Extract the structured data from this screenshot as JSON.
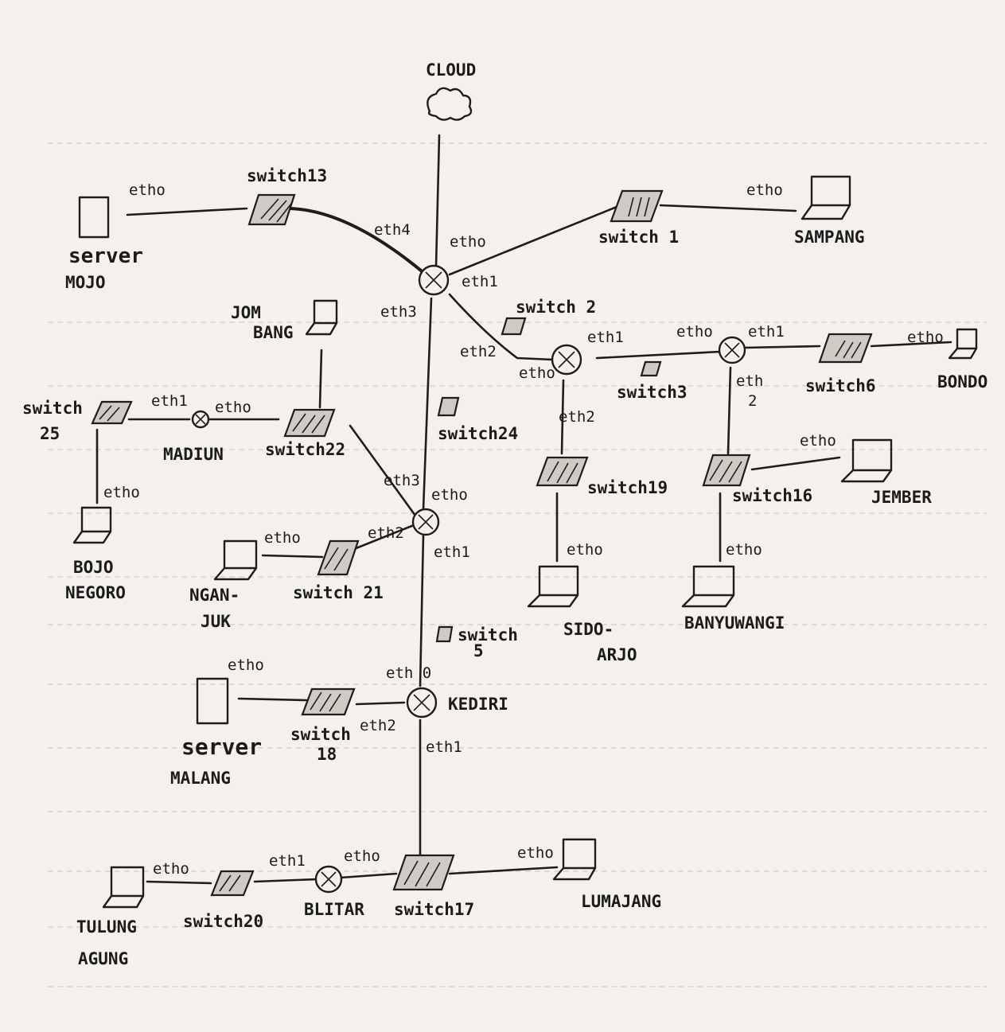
{
  "diagram": {
    "nodes": {
      "cloud": {
        "label": "CLOUD",
        "type": "cloud",
        "icon": "cloud-icon"
      },
      "server_mojo": {
        "label": [
          "server",
          "MOJO"
        ],
        "type": "server",
        "icon": "server-icon"
      },
      "switch13": {
        "label": "switch13",
        "type": "switch",
        "icon": "switch-icon"
      },
      "router_top": {
        "label": "",
        "type": "router",
        "icon": "router-icon"
      },
      "switch1": {
        "label": "switch 1",
        "type": "switch",
        "icon": "switch-icon"
      },
      "sampang": {
        "label": "SAMPANG",
        "type": "laptop",
        "icon": "laptop-icon"
      },
      "switch2": {
        "label": "switch 2",
        "type": "switch",
        "icon": "switch-icon"
      },
      "router_mid": {
        "label": "",
        "type": "router",
        "icon": "router-icon"
      },
      "switch3": {
        "label": "switch3",
        "type": "switch",
        "icon": "switch-icon"
      },
      "router_right": {
        "label": "",
        "type": "router",
        "icon": "router-icon"
      },
      "switch6": {
        "label": "switch6",
        "type": "switch",
        "icon": "switch-icon"
      },
      "bondo": {
        "label": "BONDO",
        "type": "laptop",
        "icon": "laptop-icon"
      },
      "switch19": {
        "label": "switch19",
        "type": "switch",
        "icon": "switch-icon"
      },
      "sidoarjo": {
        "label": [
          "SIDO-",
          "ARJO"
        ],
        "type": "laptop",
        "icon": "laptop-icon"
      },
      "switch16": {
        "label": "switch16",
        "type": "switch",
        "icon": "switch-icon"
      },
      "jember": {
        "label": "JEMBER",
        "type": "laptop",
        "icon": "laptop-icon"
      },
      "banyuwangi": {
        "label": "BANYUWANGI",
        "type": "laptop",
        "icon": "laptop-icon"
      },
      "jombang": {
        "label": [
          "JOM",
          "BANG"
        ],
        "type": "laptop",
        "icon": "laptop-icon"
      },
      "switch25": {
        "label": [
          "switch",
          "25"
        ],
        "type": "switch",
        "icon": "switch-icon"
      },
      "madiun": {
        "label": "MADIUN",
        "type": "router",
        "icon": "router-icon"
      },
      "switch22": {
        "label": "switch22",
        "type": "switch",
        "icon": "switch-icon"
      },
      "bojonegoro": {
        "label": [
          "BOJO",
          "NEGORO"
        ],
        "type": "laptop",
        "icon": "laptop-icon"
      },
      "switch24": {
        "label": "switch24",
        "type": "switch",
        "icon": "switch-icon"
      },
      "router_center": {
        "label": "",
        "type": "router",
        "icon": "router-icon"
      },
      "nganjuk": {
        "label": [
          "NGAN-",
          "JUK"
        ],
        "type": "laptop",
        "icon": "laptop-icon"
      },
      "switch21": {
        "label": "switch 21",
        "type": "switch",
        "icon": "switch-icon"
      },
      "switch5": {
        "label": [
          "switch",
          "5"
        ],
        "type": "switch",
        "icon": "switch-icon"
      },
      "kediri": {
        "label": "KEDIRI",
        "type": "router",
        "icon": "router-icon"
      },
      "server_malang": {
        "label": [
          "server",
          "MALANG"
        ],
        "type": "server",
        "icon": "server-icon"
      },
      "switch18": {
        "label": [
          "switch",
          "18"
        ],
        "type": "switch",
        "icon": "switch-icon"
      },
      "tulungagung": {
        "label": [
          "TULUNG",
          "AGUNG"
        ],
        "type": "laptop",
        "icon": "laptop-icon"
      },
      "switch20": {
        "label": "switch20",
        "type": "switch",
        "icon": "switch-icon"
      },
      "blitar": {
        "label": "BLITAR",
        "type": "router",
        "icon": "router-icon"
      },
      "switch17": {
        "label": "switch17",
        "type": "switch",
        "icon": "switch-icon"
      },
      "lumajang": {
        "label": "LUMAJANG",
        "type": "laptop",
        "icon": "laptop-icon"
      }
    },
    "links": [
      {
        "from": "cloud",
        "to": "router_top",
        "port": "eth0"
      },
      {
        "from": "server_mojo",
        "to": "switch13",
        "port": "eth0"
      },
      {
        "from": "switch13",
        "to": "router_top",
        "port": "eth4"
      },
      {
        "from": "router_top",
        "to": "switch1",
        "port": "eth1"
      },
      {
        "from": "switch1",
        "to": "sampang",
        "port": "eth0"
      },
      {
        "from": "router_top",
        "to": "router_mid",
        "port_a": "eth2",
        "port_b": "eth0"
      },
      {
        "from": "router_top",
        "to": "router_center",
        "port_a": "eth3",
        "port_b": "eth0"
      },
      {
        "from": "router_mid",
        "to": "router_right",
        "port_a": "eth1",
        "port_b": "eth0"
      },
      {
        "from": "router_right",
        "to": "switch6",
        "port": "eth1"
      },
      {
        "from": "switch6",
        "to": "bondo",
        "port": "eth0"
      },
      {
        "from": "router_mid",
        "to": "switch19",
        "port": "eth2"
      },
      {
        "from": "switch19",
        "to": "sidoarjo",
        "port": "eth0"
      },
      {
        "from": "router_right",
        "to": "switch16",
        "port": "eth2"
      },
      {
        "from": "switch16",
        "to": "jember",
        "port": "eth0"
      },
      {
        "from": "switch16",
        "to": "banyuwangi",
        "port": "eth0"
      },
      {
        "from": "jombang",
        "to": "switch22"
      },
      {
        "from": "switch25",
        "to": "madiun",
        "port": "eth1"
      },
      {
        "from": "madiun",
        "to": "switch22",
        "port": "eth0"
      },
      {
        "from": "switch25",
        "to": "bojonegoro",
        "port": "eth0"
      },
      {
        "from": "switch22",
        "to": "router_center",
        "port": "eth3"
      },
      {
        "from": "router_center",
        "to": "switch21",
        "port": "eth2"
      },
      {
        "from": "switch21",
        "to": "nganjuk",
        "port": "eth0"
      },
      {
        "from": "router_center",
        "to": "kediri",
        "port_a": "eth1",
        "port_b": "eth0"
      },
      {
        "from": "kediri",
        "to": "switch18",
        "port": "eth2"
      },
      {
        "from": "switch18",
        "to": "server_malang",
        "port": "eth0"
      },
      {
        "from": "kediri",
        "to": "switch17",
        "port": "eth1"
      },
      {
        "from": "switch17",
        "to": "blitar",
        "port": "eth0"
      },
      {
        "from": "blitar",
        "to": "switch20",
        "port": "eth1"
      },
      {
        "from": "switch20",
        "to": "tulungagung",
        "port": "eth0"
      },
      {
        "from": "switch17",
        "to": "lumajang",
        "port": "eth0"
      }
    ],
    "port_labels": {
      "mojo_sw13": "etho",
      "sw13_r": "eth4",
      "cloud_r": "etho",
      "r_sw1": "eth1",
      "sw1_sampang": "etho",
      "r_eth3": "eth3",
      "r_eth2": "eth2",
      "mid_eth0": "etho",
      "mid_eth1": "eth1",
      "right_eth0": "etho",
      "right_eth1": "eth1",
      "sw6_bondo": "etho",
      "right_eth2a": "eth",
      "right_eth2b": "2",
      "mid_eth2": "eth2",
      "sw16_jember": "etho",
      "sw19_sido": "etho",
      "sw16_banyu": "etho",
      "sw25_madiun": "eth1",
      "madiun_sw22": "etho",
      "sw25_bojo": "etho",
      "sw22_eth3": "eth3",
      "center_eth0": "etho",
      "center_eth2": "eth2",
      "nganjuk_sw21": "etho",
      "center_eth1": "eth1",
      "kediri_eth0": "eth 0",
      "malang_sw18": "etho",
      "kediri_eth2": "eth2",
      "kediri_eth1": "eth1",
      "blitar_eth1": "eth1",
      "blitar_eth0": "etho",
      "sw17_lumajang": "etho",
      "tulung_sw20": "etho"
    },
    "colors": {
      "ink": "#1d1d1d",
      "paper": "#f4f1ec",
      "rule": "#d9d3ca"
    }
  }
}
